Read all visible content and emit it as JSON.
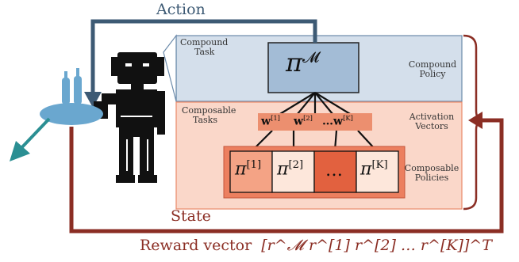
{
  "labels": {
    "action": "Action",
    "state": "State",
    "reward_text": "Reward vector",
    "reward_math": "[r^𝓜 r^[1] r^[2] … r^[K]]^T",
    "compound_task": "Compound Task",
    "compound_task_l1": "Compound",
    "compound_task_l2": "Task",
    "compound_policy_l1": "Compound",
    "compound_policy_l2": "Policy",
    "composable_tasks_l1": "Composable",
    "composable_tasks_l2": "Tasks",
    "activation_vectors_l1": "Activation",
    "activation_vectors_l2": "Vectors",
    "composable_policies_l1": "Composable",
    "composable_policies_l2": "Policies"
  },
  "compound_policy": {
    "symbol": "π",
    "superscript": "𝓜"
  },
  "activation_weights": [
    {
      "symbol": "w",
      "superscript": "[1]"
    },
    {
      "symbol": "w",
      "superscript": "[2]"
    },
    {
      "symbol": "…w",
      "superscript": "[K]"
    }
  ],
  "composable_policies": [
    {
      "symbol": "π",
      "superscript": "[1]"
    },
    {
      "symbol": "π",
      "superscript": "[2]"
    },
    {
      "symbol": "…",
      "superscript": ""
    },
    {
      "symbol": "π",
      "superscript": "[K]"
    }
  ],
  "colors": {
    "action_arrow": "#3d5a74",
    "state_arrow": "#8b2e24",
    "compound_panel": "#cfdbe8",
    "compound_box": "#9db6d1",
    "composable_panel": "#f8d3c4",
    "activation_box": "#e98a6a",
    "policy_outer": "#e87a5a",
    "robot": "#111111",
    "tray": "#6aa7cf",
    "teal_arrow": "#2b8f93"
  }
}
